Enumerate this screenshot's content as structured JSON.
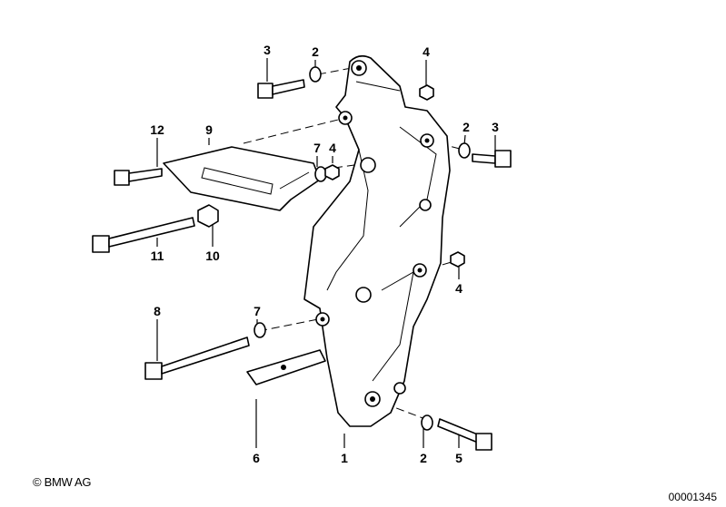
{
  "diagram": {
    "labels": {
      "l3a": "3",
      "l2a": "2",
      "l4a": "4",
      "l12": "12",
      "l9": "9",
      "l7a": "7",
      "l4b": "4",
      "l2b": "2",
      "l3b": "3",
      "l11": "11",
      "l10": "10",
      "l4c": "4",
      "l8": "8",
      "l7b": "7",
      "l6": "6",
      "l1": "1",
      "l2c": "2",
      "l5": "5"
    },
    "copyright": "© BMW AG",
    "image_code": "00001345"
  }
}
